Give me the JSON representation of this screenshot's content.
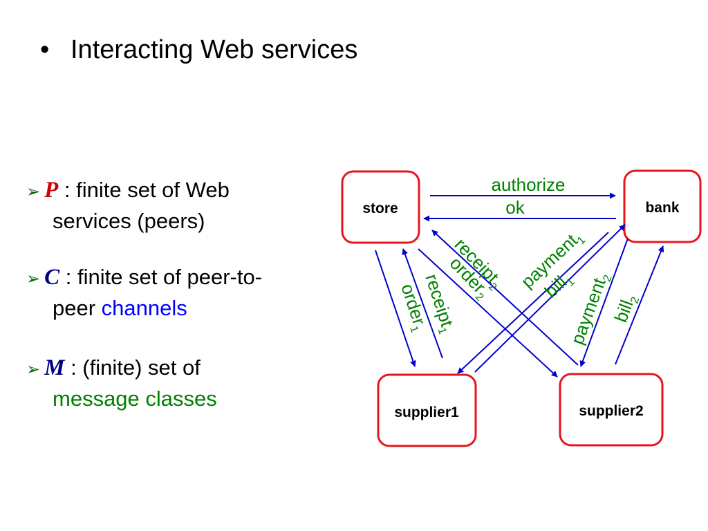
{
  "title": {
    "bullet": "•",
    "text": "Interacting Web services"
  },
  "bullets": [
    {
      "symbol": "P",
      "line1": " : finite set of Web",
      "line2": "services (peers)",
      "line2_highlight": ""
    },
    {
      "symbol": "C",
      "line1": " : finite set of peer-to-",
      "line2": "peer ",
      "line2_highlight": "channels"
    },
    {
      "symbol": "M",
      "line1": " : (finite) set of",
      "line2": "",
      "line2_highlight": "message classes"
    }
  ],
  "nodes": {
    "store": "store",
    "bank": "bank",
    "supplier1": "supplier1",
    "supplier2": "supplier2"
  },
  "messages": {
    "authorize": "authorize",
    "ok": "ok",
    "receipt2": {
      "text": "receipt",
      "sub": "2"
    },
    "order2": {
      "text": "order",
      "sub": "2"
    },
    "payment1": {
      "text": "payment",
      "sub": "1"
    },
    "bill1": {
      "text": "bill",
      "sub": "1"
    },
    "order1": {
      "text": "order",
      "sub": "1"
    },
    "receipt1": {
      "text": "receipt",
      "sub": "1"
    },
    "payment2": {
      "text": "payment",
      "sub": "2"
    },
    "bill2": {
      "text": "bill",
      "sub": "2"
    }
  },
  "colors": {
    "node_border": "#e8141c",
    "arrow": "#0000cc",
    "message_text": "#008000",
    "highlight_blue": "#0000ff",
    "highlight_green": "#008000",
    "symbol_red": "#cc0000",
    "symbol_navy": "#000080",
    "bullet_arrow": "#006600"
  },
  "icons": {
    "bullet_arrow": "arrow-bullet-icon"
  }
}
